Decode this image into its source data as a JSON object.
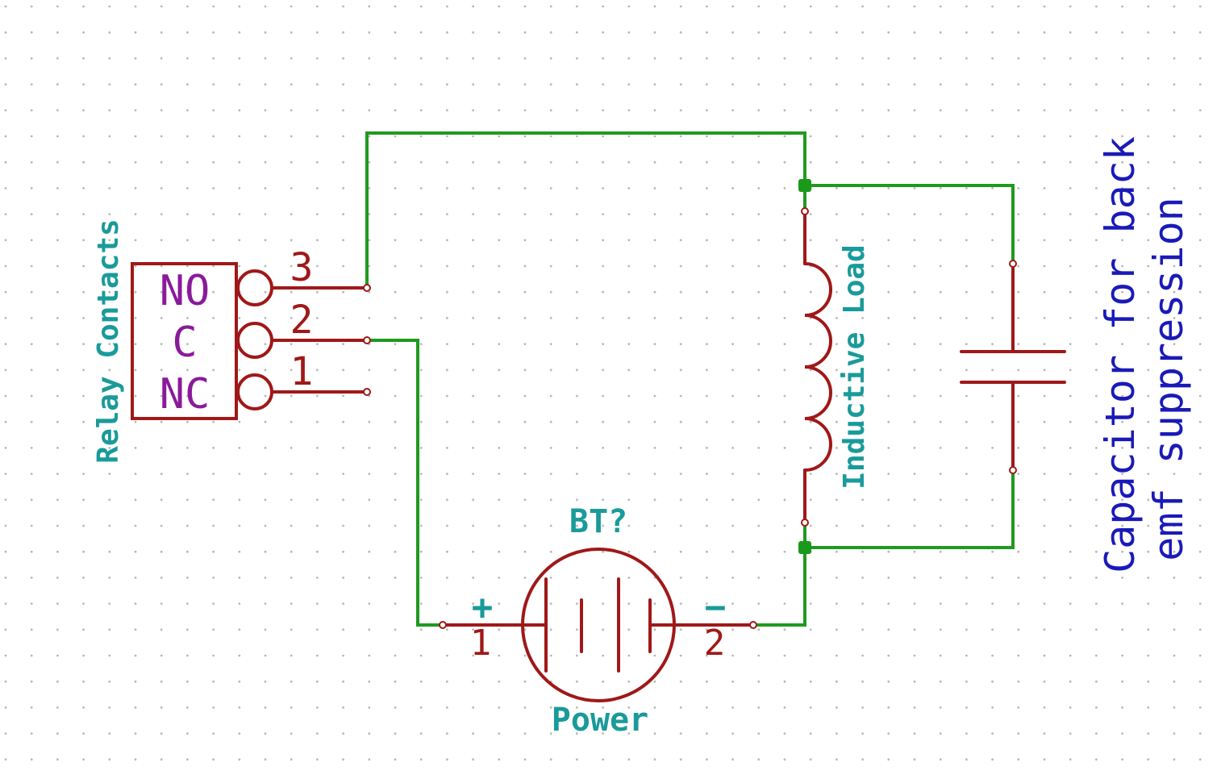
{
  "diagram": {
    "type": "electrical-schematic",
    "colors": {
      "wire": "#1f9a1f",
      "component": "#a01818",
      "reference_text": "#1a9a9a",
      "pin_label_text": "#8a1a9a",
      "note_text": "#1a1ab8",
      "grid_dot": "#b8b8b8",
      "background": "#ffffff"
    },
    "components": {
      "relay": {
        "label": "Relay Contacts",
        "pins": [
          {
            "name": "NO",
            "number": "3"
          },
          {
            "name": "C",
            "number": "2"
          },
          {
            "name": "NC",
            "number": "1"
          }
        ]
      },
      "battery": {
        "reference": "BT?",
        "value": "Power",
        "pins": [
          {
            "polarity": "+",
            "number": "1"
          },
          {
            "polarity": "−",
            "number": "2"
          }
        ]
      },
      "inductor": {
        "label": "Inductive Load"
      },
      "capacitor": {
        "note_line1": "Capacitor for back",
        "note_line2": "emf suppression"
      }
    },
    "connections": [
      {
        "from": "relay.NO(3)",
        "to": "inductor.top / capacitor.top"
      },
      {
        "from": "relay.C(2)",
        "to": "battery.+(1)"
      },
      {
        "from": "battery.-(2)",
        "to": "inductor.bottom / capacitor.bottom"
      },
      {
        "from": "relay.NC(1)",
        "to": "unconnected"
      }
    ]
  }
}
